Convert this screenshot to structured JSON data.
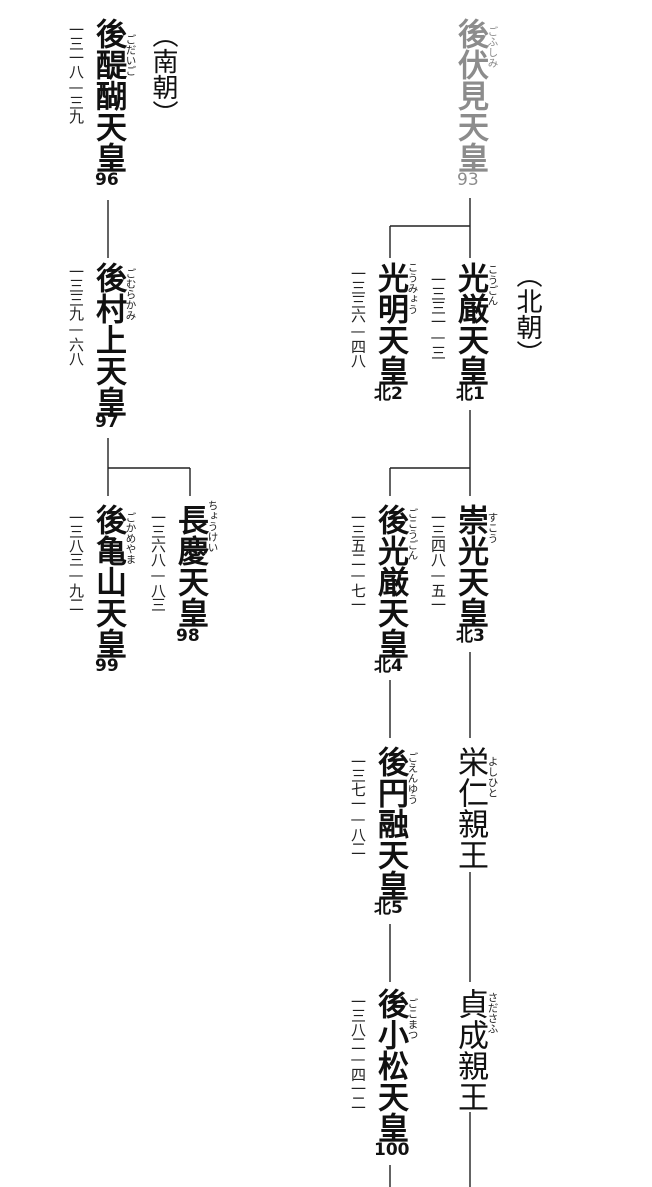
{
  "groups": {
    "south": "（南朝）",
    "north": "（北朝）"
  },
  "emperors": {
    "go_fushimi": {
      "name": "後伏見天皇",
      "reading": "ごふしみ",
      "number": "93"
    },
    "go_daigo": {
      "name": "後醍醐天皇",
      "reading": "ごだいご",
      "number": "96",
      "dates": "一三一八—三九"
    },
    "go_murakami": {
      "name": "後村上天皇",
      "reading": "ごむらかみ",
      "number": "97",
      "dates": "一三三九—六八"
    },
    "chokei": {
      "name": "長慶天皇",
      "reading": "ちょうけい",
      "number": "98",
      "dates": "一三六八—八三"
    },
    "go_kameyama": {
      "name": "後亀山天皇",
      "reading": "ごかめやま",
      "number": "99",
      "dates": "一三八三—九二"
    },
    "kogon": {
      "name": "光厳天皇",
      "reading": "こうごん",
      "number": "北1",
      "dates": "一三三一—三"
    },
    "komyo": {
      "name": "光明天皇",
      "reading": "こうみょう",
      "number": "北2",
      "dates": "一三三六—四八"
    },
    "suko": {
      "name": "崇光天皇",
      "reading": "すこう",
      "number": "北3",
      "dates": "一三四八—五一"
    },
    "go_kogon": {
      "name": "後光厳天皇",
      "reading": "ごこうごん",
      "number": "北4",
      "dates": "一三五二—七一"
    },
    "go_enyu": {
      "name": "後円融天皇",
      "reading": "ごえんゆう",
      "number": "北5",
      "dates": "一三七一—八二"
    },
    "go_komatsu": {
      "name": "後小松天皇",
      "reading": "ごこまつ",
      "number": "100",
      "dates": "一三八二—四一二"
    }
  },
  "princes": {
    "yoshihito": {
      "name": "栄仁親王",
      "reading": "よしひと"
    },
    "sadafusa": {
      "name": "貞成親王",
      "reading": "さださふ"
    }
  }
}
